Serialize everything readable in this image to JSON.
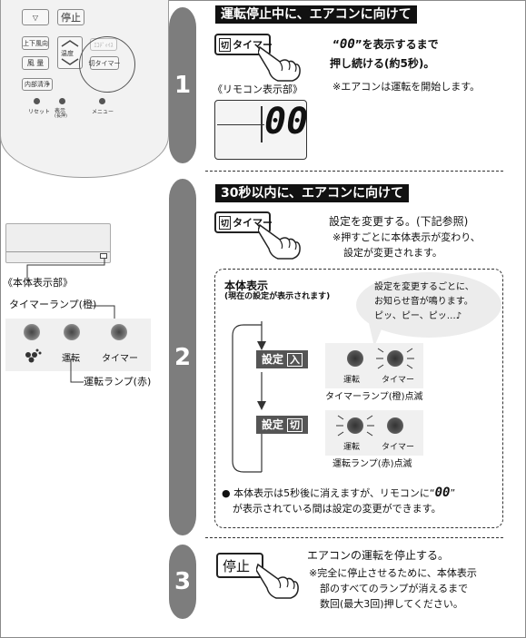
{
  "remote": {
    "btn_power_glyph": "▽",
    "btn_stop": "停止",
    "btn_vertical_wind": "上下風向",
    "btn_temp": "温度",
    "btn_wind_volume": "風 量",
    "btn_eco": "ｴｺﾃﾞｨｲｽ",
    "btn_timer": "切タイマー",
    "btn_internal_clean": "内部清浄",
    "label_reset": "リセット",
    "label_display": "表示",
    "label_display_sub": "(長押)",
    "label_menu": "メニュー"
  },
  "unit": {
    "display_label": "《本体表示部》",
    "timer_lamp_label": "タイマーランプ(橙)",
    "run_lamp_label": "運転ランプ(赤)",
    "lamp_left_icon": "grape-icon",
    "lamp_mid_label": "運転",
    "lamp_right_label": "タイマー"
  },
  "step1": {
    "number": "1",
    "banner": "運転停止中に、エアコンに向けて",
    "key_label": "タイマー",
    "key_kiri": "切",
    "digits": "00",
    "text1": "を表示するまで",
    "text2": "押し続ける(約5秒)。",
    "note": "※エアコンは運転を開始します。",
    "remote_display_label": "《リモコン表示部》"
  },
  "step2": {
    "number": "2",
    "banner": "30秒以内に、エアコンに向けて",
    "key_label": "タイマー",
    "key_kiri": "切",
    "text_main": "設定を変更する。(下記参照)",
    "note1": "※押すごとに本体表示が変わり、",
    "note2": "設定が変更されます。",
    "box_title": "本体表示",
    "box_subtitle": "(現在の設定が表示されます)",
    "bubble1": "設定を変更するごとに、",
    "bubble2": "お知らせ音が鳴ります。",
    "bubble3": "ピッ、ピー、ピッ…♪",
    "set_label": "設定",
    "set_on_key": "入",
    "set_off_key": "切",
    "lamp_run": "運転",
    "lamp_timer": "タイマー",
    "caption_on": "タイマーランプ(橙)点滅",
    "caption_off": "運転ランプ(赤)点滅",
    "bottom1": "本体表示は5秒後に消えますが、リモコンに",
    "bottom_digits": "00",
    "bottom2": "が表示されている間は設定の変更ができます。"
  },
  "step3": {
    "number": "3",
    "key_label": "停止",
    "text_main": "エアコンの運転を停止する。",
    "note1": "※完全に停止させるために、本体表示",
    "note2": "部のすべてのランプが消えるまで",
    "note3": "数回(最大3回)押してください。"
  }
}
